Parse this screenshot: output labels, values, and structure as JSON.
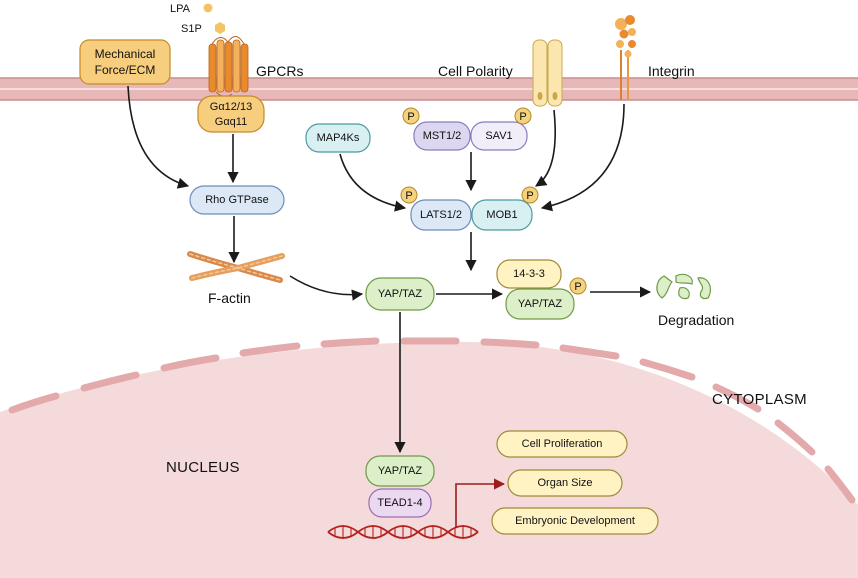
{
  "colors": {
    "membrane": "#e8b8b8",
    "membrane_line": "#c98e8e",
    "nucleus": "#f4dada",
    "envelope": "#e3a9ab",
    "gpcr": "#e98a2c",
    "gpcr_light": "#f4b05a",
    "orange_box": "#f7cd7e",
    "orange_stroke": "#c58a2a",
    "blue_box": "#dde8f7",
    "blue_stroke": "#6d8cb8",
    "purple_box": "#ddd6f1",
    "purple_stroke": "#8c7cbf",
    "green_box": "#dcefc8",
    "green_stroke": "#6e9a48",
    "cyan_box": "#d8f0f2",
    "cyan_stroke": "#4c9aa4",
    "yellow_box": "#fff3c4",
    "yellow_stroke": "#a08a38",
    "lipid_box": "#fbe6b0",
    "lipid_stroke": "#c9a84c",
    "p_circle": "#f5d27e",
    "tead_fill": "#ead9f1",
    "tead_stroke": "#9c6fb0",
    "dna": "#b3231f",
    "transcription_arrow": "#9b1c1c"
  },
  "ligands": {
    "lpa": "LPA",
    "s1p": "S1P"
  },
  "labels": {
    "gpcrs": "GPCRs",
    "cell_polarity": "Cell Polarity",
    "integrin": "Integrin",
    "f_actin": "F-actin",
    "degradation": "Degradation",
    "cytoplasm": "CYTOPLASM",
    "nucleus": "NUCLEUS"
  },
  "nodes": {
    "mechanical_line1": "Mechanical",
    "mechanical_line2": "Force/ECM",
    "galpha_line1": "Gα12/13",
    "galpha_line2": "Gαq11",
    "rho": "Rho GTPase",
    "map4ks": "MAP4Ks",
    "mst": "MST1/2",
    "sav": "SAV1",
    "lats": "LATS1/2",
    "mob": "MOB1",
    "yap_cyto": "YAP/TAZ",
    "p1433": "14-3-3",
    "yap_bound": "YAP/TAZ",
    "yap_nuc": "YAP/TAZ",
    "tead": "TEAD1-4",
    "phospho": "P"
  },
  "outcomes": {
    "proliferation": "Cell Proliferation",
    "organ_size": "Organ Size",
    "embryonic": "Embryonic Development"
  }
}
